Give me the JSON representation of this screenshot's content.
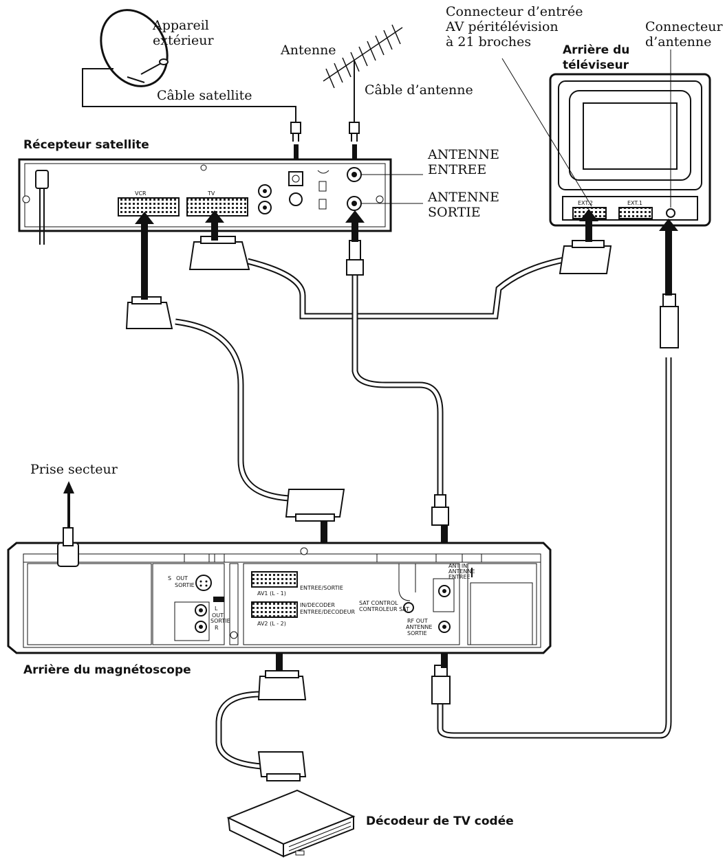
{
  "labels": {
    "outdoor_unit": [
      "Appareil",
      "extérieur"
    ],
    "antenna": "Antenne",
    "satellite_cable": "Câble satellite",
    "antenna_cable": "Câble d’antenne",
    "scart_connector": [
      "Connecteur d’entrée",
      "AV péritélévision",
      "à 21 broches"
    ],
    "antenna_connector": [
      "Connecteur",
      "d’antenne"
    ],
    "tv_rear": [
      "Arrière du",
      "téléviseur"
    ],
    "satellite_receiver": "Récepteur satellite",
    "antenna_in": [
      "ANTENNE",
      "ENTREE"
    ],
    "antenna_out": [
      "ANTENNE",
      "SORTIE"
    ],
    "mains_outlet": "Prise secteur",
    "vcr_rear": "Arrière du magnétoscope",
    "decoder": "Décodeur de TV codée"
  },
  "receiver_panel": {
    "vcr": "VCR",
    "tv": "TV"
  },
  "tv_panel": {
    "ext2": "EXT.2",
    "ext1": "EXT.1"
  },
  "vcr_panel": {
    "s_out": "S",
    "out": "OUT",
    "sortie": "SORTIE",
    "audio_l": "L",
    "audio_r": "R",
    "audio_out": "OUT",
    "audio_sortie": "SORTIE",
    "av1_name": "AV1 (L - 1)",
    "av1_desc": "ENTREE/SORTIE",
    "av2_name": "IN/DECODER",
    "av2_desc": "ENTREE/DECODEUR",
    "av2_label": "AV2 (L - 2)",
    "sat_control": "SAT CONTROL",
    "sat_control_fr": "CONTROLEUR SAT",
    "rf_out": "RF OUT",
    "rf_antenne": "ANTENNE",
    "rf_sortie": "SORTIE",
    "ant_in": "ANT IN",
    "ant_antenne": "ANTENNE",
    "ant_entree": "ENTREE"
  }
}
